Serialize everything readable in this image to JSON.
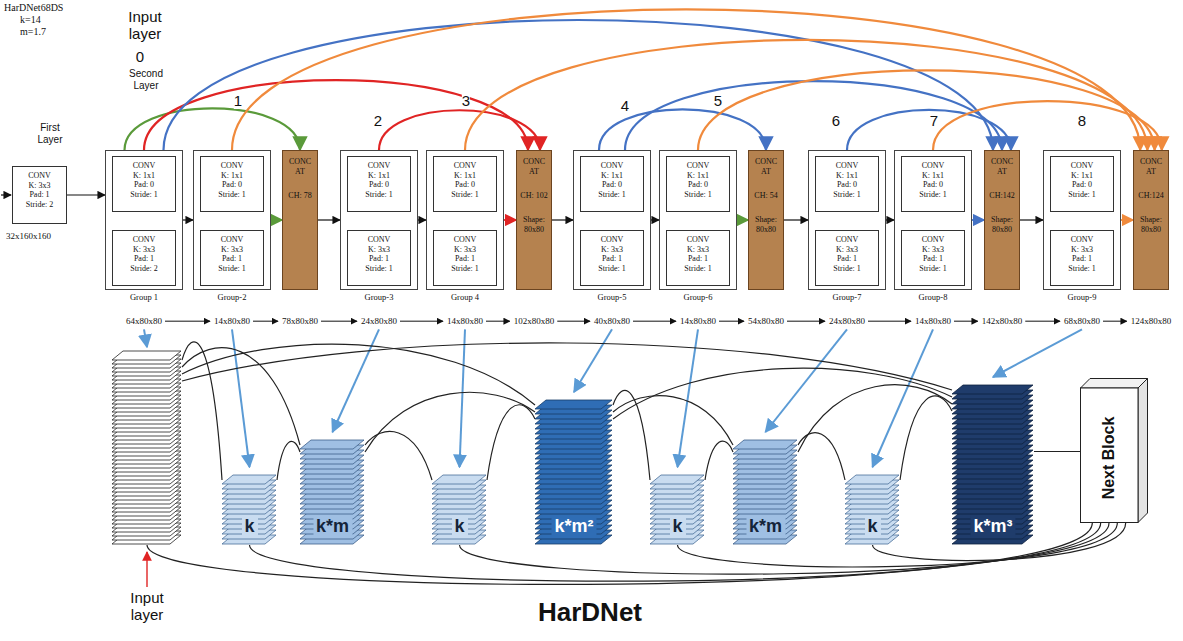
{
  "diagram": {
    "nodes": [
      {
        "text": [
          "CONV",
          "K: 3x3",
          "Pad: 1",
          "Stride: 2"
        ]
      },
      {
        "text": [
          "Group 1"
        ]
      },
      {
        "text": [
          "CONV",
          "K: 1x1",
          "Pad: 0",
          "Stride: 1"
        ],
        "in": 1
      },
      {
        "text": [
          "CONV",
          "K: 3x3",
          "Pad: 1",
          "Stride: 2"
        ],
        "in": 1
      },
      {
        "text": [
          "Group-2"
        ]
      },
      {
        "text": [
          "CONV",
          "K: 1x1",
          "Pad: 0",
          "Stride: 1"
        ],
        "in": 4
      },
      {
        "text": [
          "CONV",
          "K: 3x3",
          "Pad: 1",
          "Stride: 1"
        ],
        "in": 4
      },
      {
        "text": [
          "CONC AT",
          "CH: 78"
        ]
      },
      {
        "text": [
          "Group-3"
        ]
      },
      {
        "text": [
          "CONV",
          "K: 1x1",
          "Pad: 0",
          "Stride: 1"
        ],
        "in": 8
      },
      {
        "text": [
          "CONV",
          "K: 3x3",
          "Pad: 1",
          "Stride: 1"
        ],
        "in": 8
      },
      {
        "text": [
          "Group 4"
        ]
      },
      {
        "text": [
          "CONV",
          "K: 1x1",
          "Pad: 0",
          "Stride: 1"
        ],
        "in": 11
      },
      {
        "text": [
          "CONV",
          "K: 3x3",
          "Pad: 1",
          "Stride: 1"
        ],
        "in": 11
      },
      {
        "text": [
          "CONC AT",
          "CH: 102",
          "Shape: 80x80"
        ]
      },
      {
        "text": [
          "Group-5"
        ]
      },
      {
        "text": [
          "CONV",
          "K: 1x1",
          "Pad: 0",
          "Stride: 1"
        ],
        "in": 15
      },
      {
        "text": [
          "CONV",
          "K: 3x3",
          "Pad: 1",
          "Stride: 1"
        ],
        "in": 15
      },
      {
        "text": [
          "Group-6"
        ]
      },
      {
        "text": [
          "CONV",
          "K: 1x1",
          "Pad: 0",
          "Stride: 1"
        ],
        "in": 18
      },
      {
        "text": [
          "CONV",
          "K: 3x3",
          "Pad: 1",
          "Stride: 1"
        ],
        "in": 18
      },
      {
        "text": [
          "CONC AT",
          "CH: 54",
          "Shape: 80x80"
        ]
      },
      {
        "text": [
          "Group-7"
        ]
      },
      {
        "text": [
          "CONV",
          "K: 1x1",
          "Pad: 0",
          "Stride: 1"
        ],
        "in": 22
      },
      {
        "text": [
          "CONV",
          "K: 3x3",
          "Pad: 1",
          "Stride: 1"
        ],
        "in": 22
      },
      {
        "text": [
          "Group-8"
        ]
      },
      {
        "text": [
          "CONV",
          "K: 1x1",
          "Pad: 0",
          "Stride: 1"
        ],
        "in": 25
      },
      {
        "text": [
          "CONV",
          "K: 3x3",
          "Pad: 1",
          "Stride: 1"
        ],
        "in": 25
      },
      {
        "text": [
          "CONC AT",
          "CH:142",
          "Shape: 80x80"
        ]
      },
      {
        "text": [
          "Group-9"
        ]
      },
      {
        "text": [
          "CONV",
          "K: 1x1",
          "Pad: 0",
          "Stride: 1"
        ],
        "in": 29
      },
      {
        "text": [
          "CONV",
          "K: 3x3",
          "Pad: 1",
          "Stride: 1"
        ],
        "in": 29
      },
      {
        "text": [
          "CONC AT",
          "CH:124",
          "Shape: 80x80"
        ]
      },
      {
        "text": [
          "Input layer"
        ]
      },
      {
        "text": [
          "k"
        ]
      },
      {
        "text": [
          "k*m"
        ]
      },
      {
        "text": [
          "k"
        ]
      },
      {
        "text": [
          "k*m²"
        ]
      },
      {
        "text": [
          "k"
        ]
      },
      {
        "text": [
          "k*m"
        ]
      },
      {
        "text": [
          "k"
        ]
      },
      {
        "text": [
          "k*m³"
        ]
      },
      {
        "text": [
          "Next Block"
        ]
      }
    ],
    "edges": [
      {
        "from": 0,
        "to": 1,
        "arrow": "to"
      },
      {
        "from": 1,
        "to": 4,
        "arrow": "to"
      },
      {
        "from": 4,
        "to": 7,
        "arrow": "to"
      },
      {
        "from": 7,
        "to": 8,
        "arrow": "to"
      },
      {
        "from": 8,
        "to": 11,
        "arrow": "to"
      },
      {
        "from": 11,
        "to": 14,
        "arrow": "to"
      },
      {
        "from": 14,
        "to": 15,
        "arrow": "to"
      },
      {
        "from": 15,
        "to": 18,
        "arrow": "to"
      },
      {
        "from": 18,
        "to": 21,
        "arrow": "to"
      },
      {
        "from": 21,
        "to": 22,
        "arrow": "to"
      },
      {
        "from": 22,
        "to": 25,
        "arrow": "to"
      },
      {
        "from": 25,
        "to": 28,
        "arrow": "to"
      },
      {
        "from": 28,
        "to": 29,
        "arrow": "to"
      },
      {
        "from": 29,
        "to": 32,
        "arrow": "to"
      },
      {
        "from": 2,
        "to": 3,
        "arrow": "to"
      },
      {
        "from": 5,
        "to": 6,
        "arrow": "to"
      },
      {
        "from": 9,
        "to": 10,
        "arrow": "to"
      },
      {
        "from": 12,
        "to": 13,
        "arrow": "to"
      },
      {
        "from": 16,
        "to": 17,
        "arrow": "to"
      },
      {
        "from": 19,
        "to": 20,
        "arrow": "to"
      },
      {
        "from": 23,
        "to": 24,
        "arrow": "to"
      },
      {
        "from": 26,
        "to": 27,
        "arrow": "to"
      },
      {
        "from": 30,
        "to": 31,
        "arrow": "to"
      },
      {
        "from": 1,
        "to": 7,
        "arrow": "to"
      },
      {
        "from": 1,
        "to": 14,
        "arrow": "to"
      },
      {
        "from": 8,
        "to": 14,
        "arrow": "to"
      },
      {
        "from": 15,
        "to": 21,
        "arrow": "to"
      },
      {
        "from": 1,
        "to": 28,
        "arrow": "to"
      },
      {
        "from": 15,
        "to": 28,
        "arrow": "to"
      },
      {
        "from": 22,
        "to": 28,
        "arrow": "to"
      },
      {
        "from": 4,
        "to": 32,
        "arrow": "to"
      },
      {
        "from": 11,
        "to": 32,
        "arrow": "to"
      },
      {
        "from": 18,
        "to": 32,
        "arrow": "to"
      },
      {
        "from": 25,
        "to": 32,
        "arrow": "to"
      },
      {
        "from": 33,
        "to": 34,
        "arrow": "none"
      },
      {
        "from": 33,
        "to": 35,
        "arrow": "none"
      },
      {
        "from": 34,
        "to": 35,
        "arrow": "none"
      },
      {
        "from": 35,
        "to": 36,
        "arrow": "none"
      },
      {
        "from": 33,
        "to": 37,
        "arrow": "none"
      },
      {
        "from": 35,
        "to": 37,
        "arrow": "none"
      },
      {
        "from": 36,
        "to": 37,
        "arrow": "none"
      },
      {
        "from": 37,
        "to": 38,
        "arrow": "none"
      },
      {
        "from": 37,
        "to": 39,
        "arrow": "none"
      },
      {
        "from": 38,
        "to": 39,
        "arrow": "none"
      },
      {
        "from": 39,
        "to": 40,
        "arrow": "none"
      },
      {
        "from": 33,
        "to": 41,
        "arrow": "none"
      },
      {
        "from": 37,
        "to": 41,
        "arrow": "none"
      },
      {
        "from": 39,
        "to": 41,
        "arrow": "none"
      },
      {
        "from": 40,
        "to": 41,
        "arrow": "none"
      },
      {
        "from": 33,
        "to": 42,
        "arrow": "none"
      },
      {
        "from": 34,
        "to": 42,
        "arrow": "none"
      },
      {
        "from": 36,
        "to": 42,
        "arrow": "none"
      },
      {
        "from": 38,
        "to": 42,
        "arrow": "none"
      },
      {
        "from": 40,
        "to": 42,
        "arrow": "none"
      },
      {
        "from": 41,
        "to": 42,
        "arrow": "none"
      }
    ],
    "labels": [
      "HarDNet68DS",
      "k=14",
      "m=1.7",
      "Input layer",
      "0",
      "Second Layer",
      "First Layer",
      "1",
      "2",
      "3",
      "4",
      "5",
      "6",
      "7",
      "8",
      "32x160x160",
      "64x80x80",
      "14x80x80",
      "78x80x80",
      "24x80x80",
      "14x80x80",
      "102x80x80",
      "40x80x80",
      "14x80x80",
      "54x80x80",
      "24x80x80",
      "14x80x80",
      "142x80x80",
      "68x80x80",
      "124x80x80",
      "HarDNet"
    ]
  }
}
